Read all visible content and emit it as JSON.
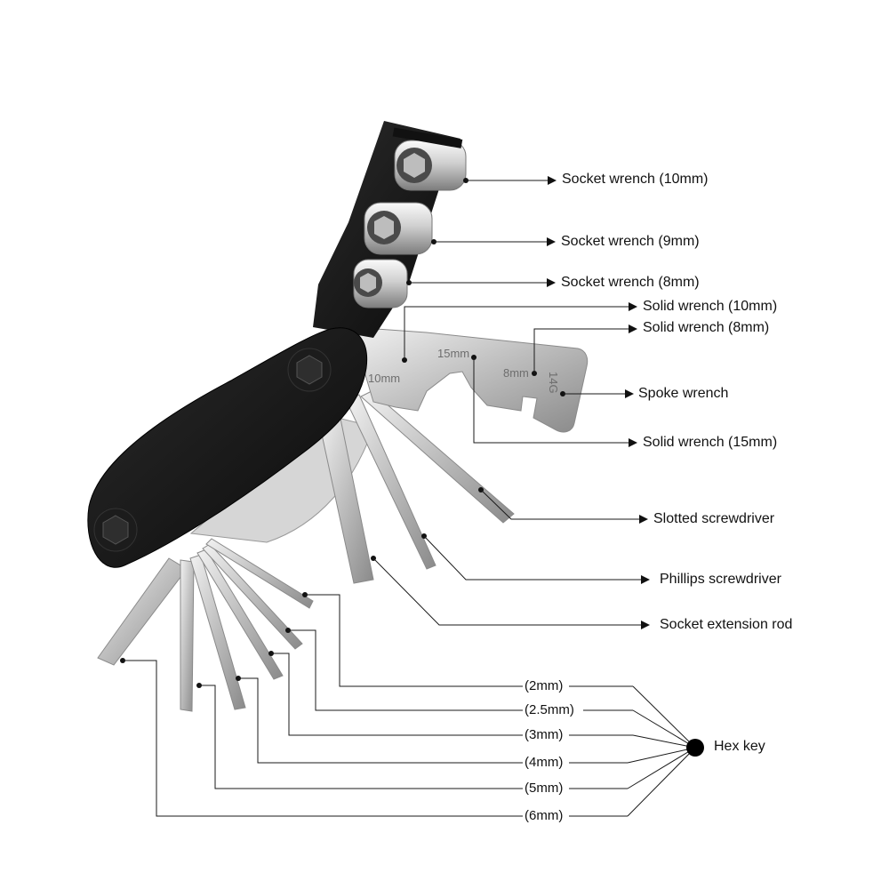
{
  "callouts": {
    "socket_10": "Socket wrench (10mm)",
    "socket_9": "Socket wrench (9mm)",
    "socket_8": "Socket wrench (8mm)",
    "solid_10": "Solid wrench  (10mm)",
    "solid_8": "Solid wrench  (8mm)",
    "spoke": "Spoke wrench",
    "solid_15": "Solid wrench  (15mm)",
    "slotted": "Slotted screwdriver",
    "phillips": "Phillips screwdriver",
    "extension": "Socket extension rod"
  },
  "hex_key": {
    "title": "Hex key",
    "sizes": [
      "(2mm)",
      "(2.5mm)",
      "(3mm)",
      "(4mm)",
      "(5mm)",
      "(6mm)"
    ]
  },
  "engraving": {
    "mark_10": "10mm",
    "mark_15": "15mm",
    "mark_8": "8mm",
    "mark_spoke": "14G"
  },
  "colors": {
    "handle": "#151515",
    "steel": "#c9c9c9",
    "steel_dark": "#8e8e8e",
    "line": "#1a1a1a"
  }
}
